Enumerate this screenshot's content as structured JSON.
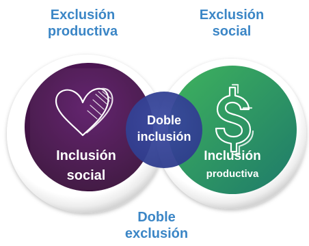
{
  "labels": {
    "top_left": [
      "Exclusión",
      "productiva"
    ],
    "top_right": [
      "Exclusión",
      "social"
    ],
    "bottom": [
      "Doble",
      "exclusión"
    ]
  },
  "circles": {
    "left": {
      "lines": [
        "Inclusión",
        "social"
      ],
      "icon": "heart-icon",
      "colors": [
        "#5c1a68",
        "#3a0f3c"
      ]
    },
    "right": {
      "lines": [
        "Inclusión",
        "productiva"
      ],
      "icon": "dollar-icon",
      "colors": [
        "#3fb35d",
        "#1e7a6a"
      ]
    },
    "center": {
      "lines": [
        "Doble",
        "inclusión"
      ],
      "color": "#2f3d8e"
    }
  },
  "colors": {
    "label_blue": "#3b86c6",
    "ring": "#e8e8e8"
  }
}
